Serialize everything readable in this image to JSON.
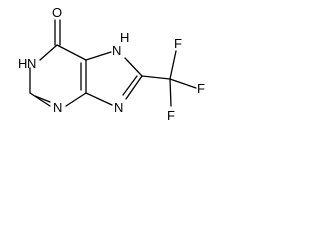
{
  "molecule": {
    "atoms": {
      "o": "O",
      "n1": "N",
      "h1": "H",
      "n3": "N",
      "n7": "N",
      "h7": "H",
      "n9": "N",
      "f1": "F",
      "f2": "F",
      "f3": "F"
    }
  }
}
